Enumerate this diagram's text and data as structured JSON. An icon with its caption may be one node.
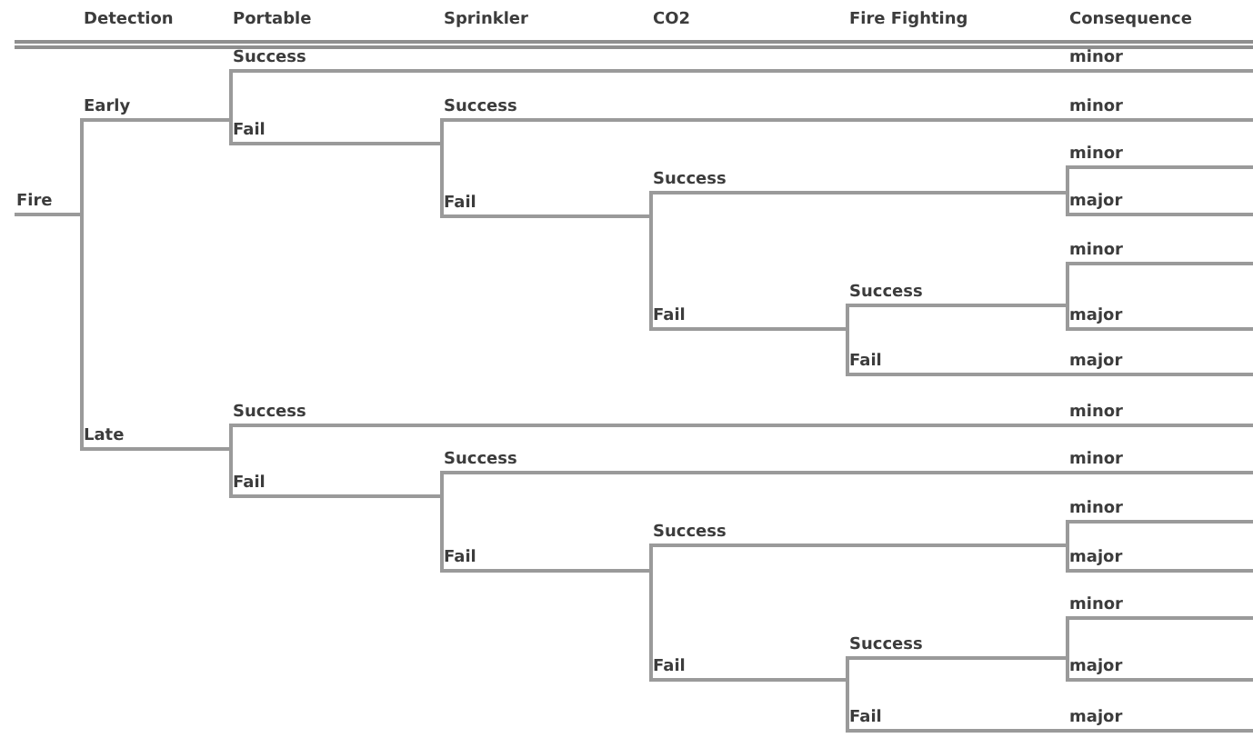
{
  "diagram": {
    "nodes": [
      {
        "text": [
          "Fire"
        ]
      },
      {
        "text": [
          "Early"
        ]
      },
      {
        "text": [
          "Success"
        ]
      },
      {
        "text": [
          "minor"
        ]
      },
      {
        "text": [
          "Fail"
        ]
      },
      {
        "text": [
          "Success"
        ]
      },
      {
        "text": [
          "minor"
        ]
      },
      {
        "text": [
          "Fail"
        ]
      },
      {
        "text": [
          "Success"
        ]
      },
      {
        "text": [
          "minor"
        ]
      },
      {
        "text": [
          "major"
        ]
      },
      {
        "text": [
          "Fail"
        ]
      },
      {
        "text": [
          "Success"
        ]
      },
      {
        "text": [
          "minor"
        ]
      },
      {
        "text": [
          "major"
        ]
      },
      {
        "text": [
          "Fail"
        ]
      },
      {
        "text": [
          "major"
        ]
      },
      {
        "text": [
          "Late"
        ]
      },
      {
        "text": [
          "Success"
        ]
      },
      {
        "text": [
          "minor"
        ]
      },
      {
        "text": [
          "Fail"
        ]
      },
      {
        "text": [
          "Success"
        ]
      },
      {
        "text": [
          "minor"
        ]
      },
      {
        "text": [
          "Fail"
        ]
      },
      {
        "text": [
          "Success"
        ]
      },
      {
        "text": [
          "minor"
        ]
      },
      {
        "text": [
          "major"
        ]
      },
      {
        "text": [
          "Fail"
        ]
      },
      {
        "text": [
          "Success"
        ]
      },
      {
        "text": [
          "minor"
        ]
      },
      {
        "text": [
          "major"
        ]
      },
      {
        "text": [
          "Fail"
        ]
      },
      {
        "text": [
          "major"
        ]
      }
    ],
    "edges": [
      {
        "from": 0,
        "to": 1,
        "arrow": "none"
      },
      {
        "from": 0,
        "to": 17,
        "arrow": "none"
      },
      {
        "from": 1,
        "to": 2,
        "arrow": "none"
      },
      {
        "from": 1,
        "to": 4,
        "arrow": "none"
      },
      {
        "from": 2,
        "to": 3,
        "arrow": "none"
      },
      {
        "from": 4,
        "to": 5,
        "arrow": "none"
      },
      {
        "from": 4,
        "to": 7,
        "arrow": "none"
      },
      {
        "from": 5,
        "to": 6,
        "arrow": "none"
      },
      {
        "from": 7,
        "to": 8,
        "arrow": "none"
      },
      {
        "from": 7,
        "to": 11,
        "arrow": "none"
      },
      {
        "from": 8,
        "to": 9,
        "arrow": "none"
      },
      {
        "from": 8,
        "to": 10,
        "arrow": "none"
      },
      {
        "from": 11,
        "to": 12,
        "arrow": "none"
      },
      {
        "from": 11,
        "to": 15,
        "arrow": "none"
      },
      {
        "from": 12,
        "to": 13,
        "arrow": "none"
      },
      {
        "from": 12,
        "to": 14,
        "arrow": "none"
      },
      {
        "from": 15,
        "to": 16,
        "arrow": "none"
      },
      {
        "from": 17,
        "to": 18,
        "arrow": "none"
      },
      {
        "from": 17,
        "to": 20,
        "arrow": "none"
      },
      {
        "from": 18,
        "to": 19,
        "arrow": "none"
      },
      {
        "from": 20,
        "to": 21,
        "arrow": "none"
      },
      {
        "from": 20,
        "to": 23,
        "arrow": "none"
      },
      {
        "from": 21,
        "to": 22,
        "arrow": "none"
      },
      {
        "from": 23,
        "to": 24,
        "arrow": "none"
      },
      {
        "from": 23,
        "to": 27,
        "arrow": "none"
      },
      {
        "from": 24,
        "to": 25,
        "arrow": "none"
      },
      {
        "from": 24,
        "to": 26,
        "arrow": "none"
      },
      {
        "from": 27,
        "to": 28,
        "arrow": "none"
      },
      {
        "from": 27,
        "to": 31,
        "arrow": "none"
      },
      {
        "from": 28,
        "to": 29,
        "arrow": "none"
      },
      {
        "from": 28,
        "to": 30,
        "arrow": "none"
      },
      {
        "from": 31,
        "to": 32,
        "arrow": "none"
      }
    ],
    "labels": [
      "Detection",
      "Portable",
      "Sprinkler",
      "CO2",
      "Fire Fighting",
      "Consequence"
    ]
  }
}
